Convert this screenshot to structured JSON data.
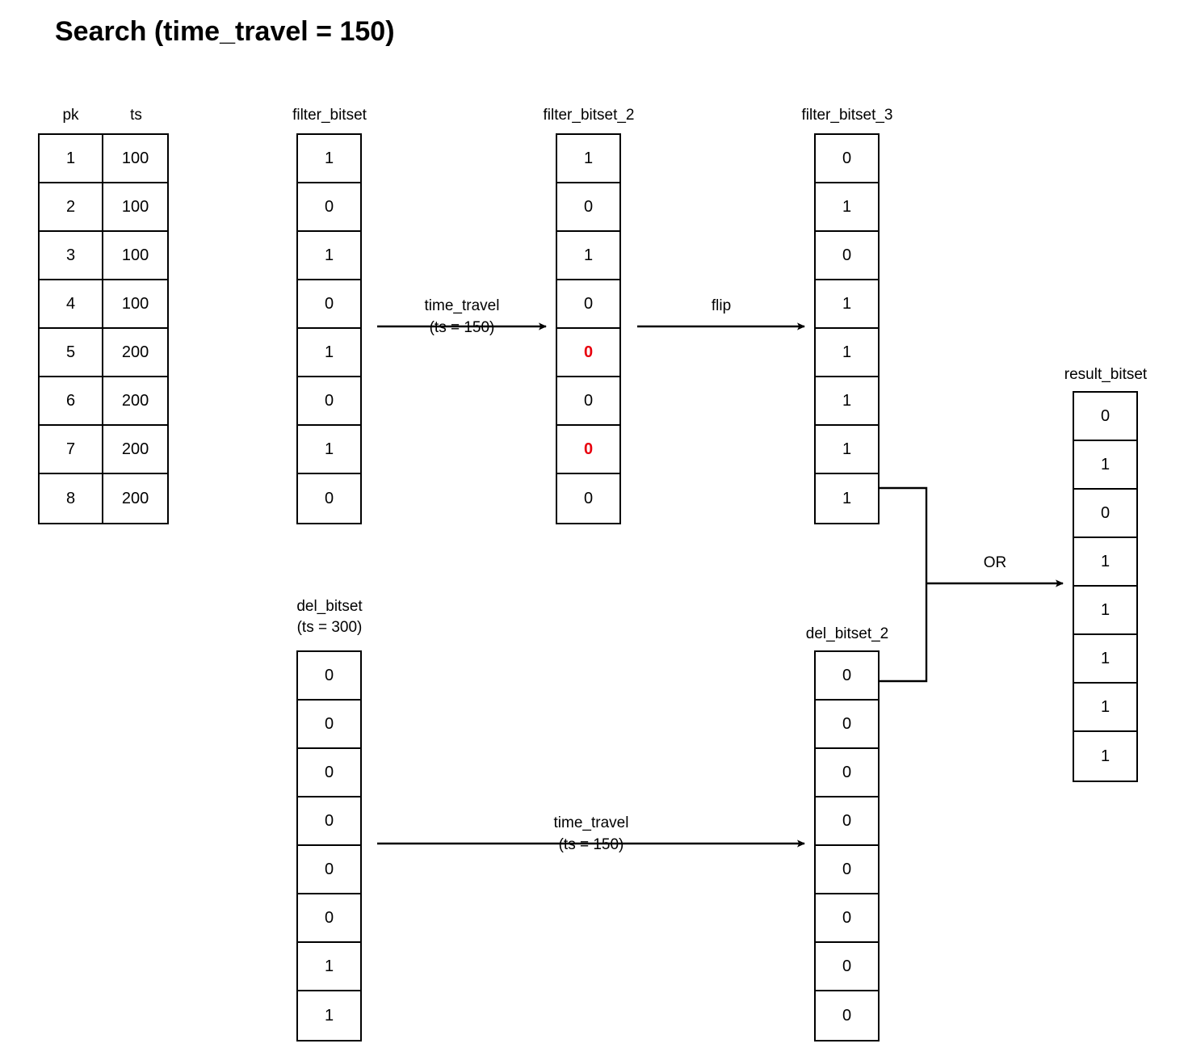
{
  "title": "Search (time_travel = 150)",
  "table": {
    "name": "pk-ts-table",
    "headers": [
      "pk",
      "ts"
    ],
    "rows": [
      [
        "1",
        "100"
      ],
      [
        "2",
        "100"
      ],
      [
        "3",
        "100"
      ],
      [
        "4",
        "100"
      ],
      [
        "5",
        "200"
      ],
      [
        "6",
        "200"
      ],
      [
        "7",
        "200"
      ],
      [
        "8",
        "200"
      ]
    ]
  },
  "bitsets": {
    "filter_bitset": {
      "label": "filter_bitset",
      "sublabel": "",
      "values": [
        "1",
        "0",
        "1",
        "0",
        "1",
        "0",
        "1",
        "0"
      ],
      "highlight": [
        false,
        false,
        false,
        false,
        false,
        false,
        false,
        false
      ]
    },
    "filter_bitset_2": {
      "label": "filter_bitset_2",
      "sublabel": "",
      "values": [
        "1",
        "0",
        "1",
        "0",
        "0",
        "0",
        "0",
        "0"
      ],
      "highlight": [
        false,
        false,
        false,
        false,
        true,
        false,
        true,
        false
      ]
    },
    "filter_bitset_3": {
      "label": "filter_bitset_3",
      "sublabel": "",
      "values": [
        "0",
        "1",
        "0",
        "1",
        "1",
        "1",
        "1",
        "1"
      ],
      "highlight": [
        false,
        false,
        false,
        false,
        false,
        false,
        false,
        false
      ]
    },
    "del_bitset": {
      "label": "del_bitset",
      "sublabel": "(ts = 300)",
      "values": [
        "0",
        "0",
        "0",
        "0",
        "0",
        "0",
        "1",
        "1"
      ],
      "highlight": [
        false,
        false,
        false,
        false,
        false,
        false,
        false,
        false
      ]
    },
    "del_bitset_2": {
      "label": "del_bitset_2",
      "sublabel": "",
      "values": [
        "0",
        "0",
        "0",
        "0",
        "0",
        "0",
        "0",
        "0"
      ],
      "highlight": [
        false,
        false,
        false,
        false,
        false,
        false,
        false,
        false
      ]
    },
    "result_bitset": {
      "label": "result_bitset",
      "sublabel": "",
      "values": [
        "0",
        "1",
        "0",
        "1",
        "1",
        "1",
        "1",
        "1"
      ],
      "highlight": [
        false,
        false,
        false,
        false,
        false,
        false,
        false,
        false
      ]
    }
  },
  "arrows": {
    "time_travel_top": {
      "line1": "time_travel",
      "line2": "(ts = 150)"
    },
    "flip": {
      "line1": "flip",
      "line2": ""
    },
    "time_travel_bottom": {
      "line1": "time_travel",
      "line2": "(ts = 150)"
    },
    "or": {
      "line1": "OR",
      "line2": ""
    }
  },
  "colors": {
    "stroke": "#000000",
    "highlight": "#e8000d",
    "background": "#ffffff"
  }
}
